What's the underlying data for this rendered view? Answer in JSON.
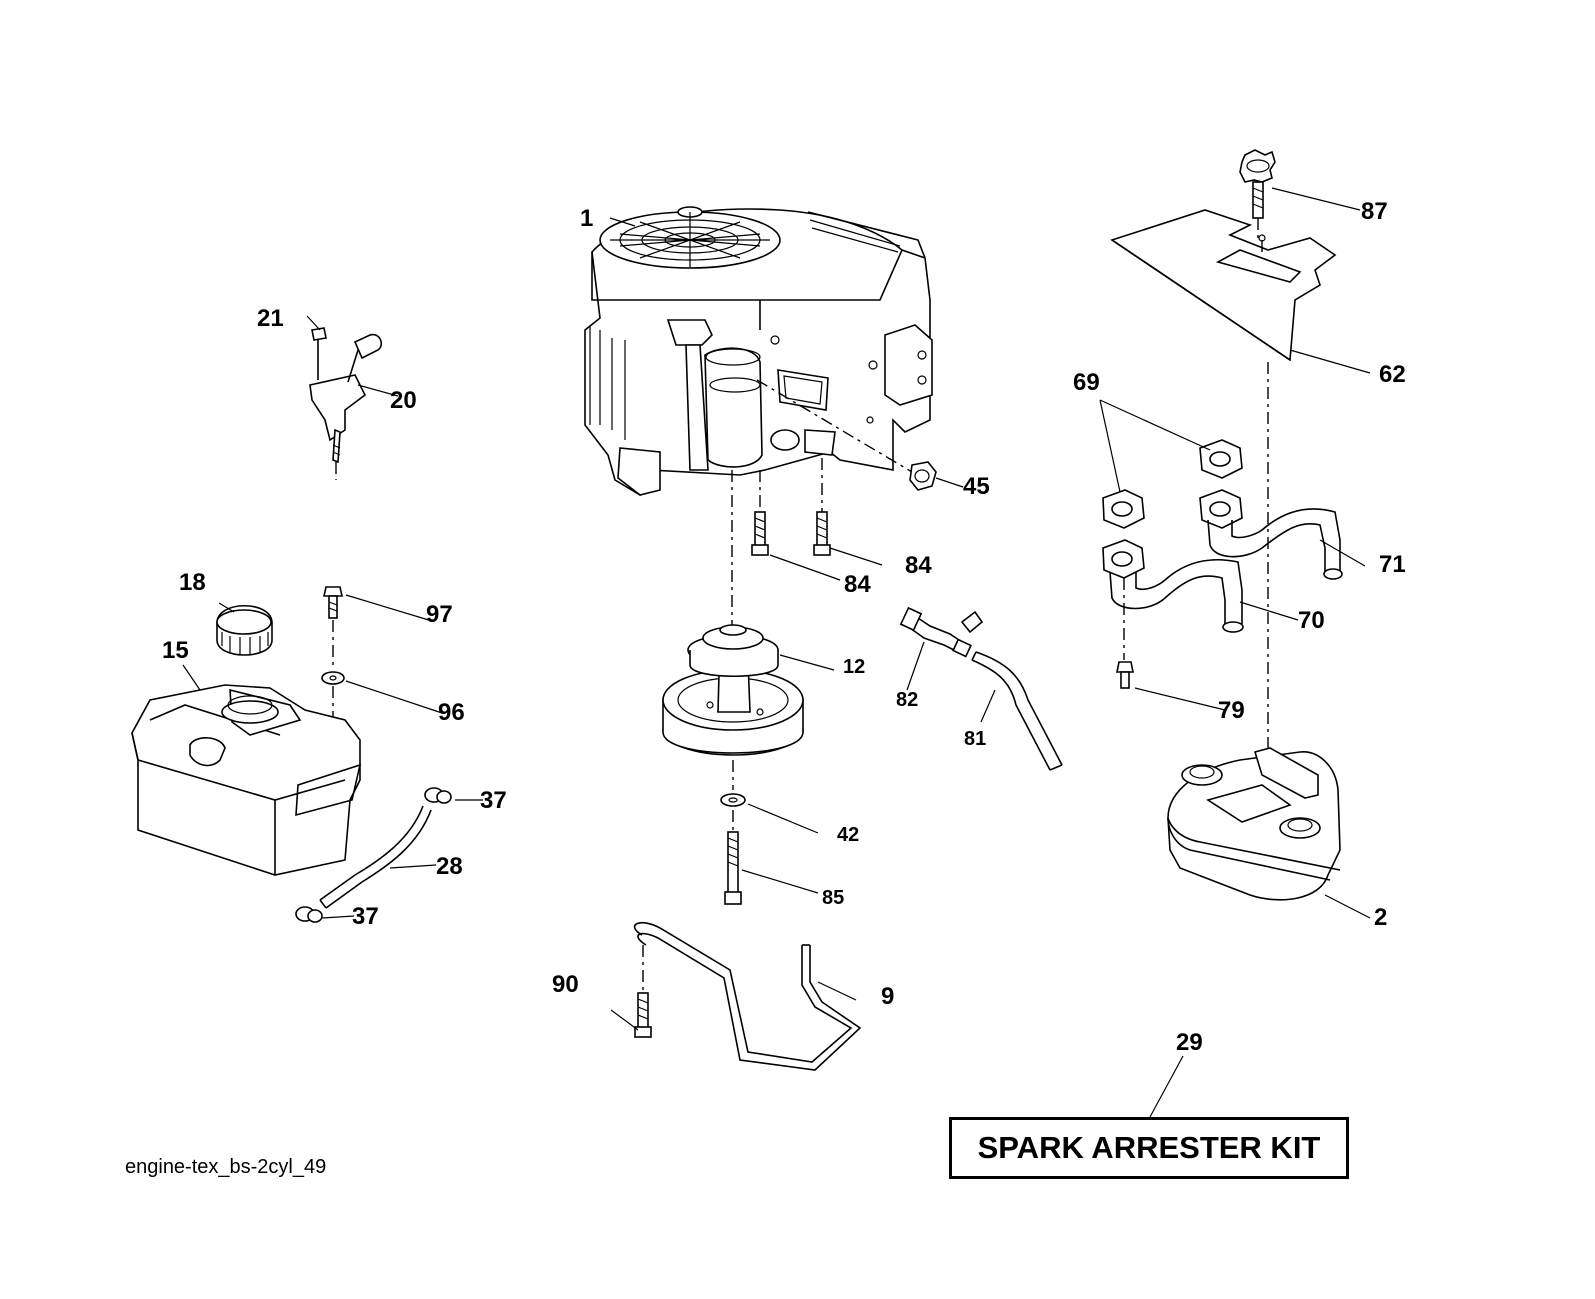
{
  "labels": {
    "p1": "1",
    "p2": "2",
    "p9": "9",
    "p12": "12",
    "p15": "15",
    "p18": "18",
    "p20": "20",
    "p21": "21",
    "p28": "28",
    "p29": "29",
    "p37a": "37",
    "p37b": "37",
    "p42": "42",
    "p45": "45",
    "p62": "62",
    "p69": "69",
    "p70": "70",
    "p71": "71",
    "p79": "79",
    "p81": "81",
    "p82": "82",
    "p84a": "84",
    "p84b": "84",
    "p85": "85",
    "p87": "87",
    "p90": "90",
    "p96": "96",
    "p97": "97"
  },
  "kit_label": "SPARK ARRESTER KIT",
  "caption": "engine-tex_bs-2cyl_49"
}
